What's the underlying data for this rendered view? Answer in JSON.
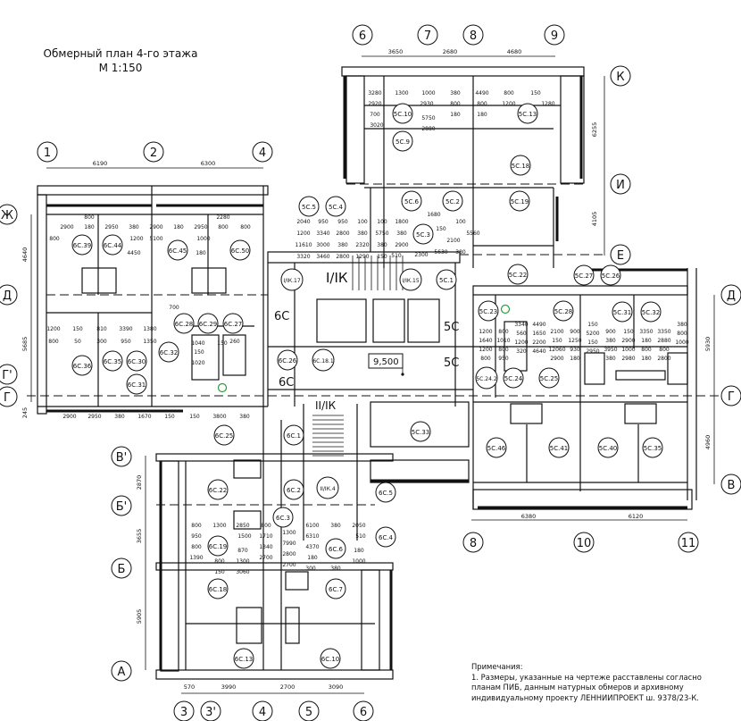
{
  "title": {
    "line1": "Обмерный план 4-го этажа",
    "line2": "М 1:150"
  },
  "axes": {
    "columns_top_left": [
      "1",
      "2",
      "4"
    ],
    "columns_top_right": [
      "6",
      "7",
      "8",
      "9"
    ],
    "columns_bottom_right": [
      "8",
      "10",
      "11"
    ],
    "columns_bottom_left": [
      "3",
      "3'",
      "4",
      "5",
      "6"
    ],
    "rows_left": [
      "Ж",
      "Д",
      "Г'",
      "Г",
      "В'",
      "Б'",
      "Б",
      "А"
    ],
    "rows_right": [
      "К",
      "И",
      "Е",
      "Д",
      "Г",
      "В"
    ]
  },
  "rooms": {
    "north_wing": [
      "5С.10",
      "5С.9",
      "5С.13",
      "5С.18",
      "5С.6",
      "5С.2",
      "5С.3",
      "5С.19"
    ],
    "core": [
      "5С.5",
      "5С.4",
      "I/IК.17",
      "I/IК.15",
      "5С.1",
      "5С.22",
      "5С.27",
      "5С.26",
      "6С.26",
      "6С.18.1",
      "6С.1",
      "5С.33",
      "II/IК.4"
    ],
    "west_wing": [
      "6С.39",
      "6С.44",
      "6С.45",
      "6С.50",
      "6С.28",
      "6С.29",
      "6С.27",
      "6С.32",
      "6С.36",
      "6С.35",
      "6С.30",
      "6С.31",
      "6С.25"
    ],
    "east_wing": [
      "5С.23",
      "5С.28",
      "5С.31",
      "5С.32",
      "5С.24.2",
      "5С.24",
      "5С.25",
      "5С.46",
      "5С.41",
      "5С.40",
      "5С.35"
    ],
    "south_wing": [
      "6С.22",
      "6С.2",
      "6С.5",
      "6С.3",
      "6С.4",
      "6С.6",
      "6С.19",
      "6С.18",
      "6С.7",
      "6С.13",
      "6С.10"
    ]
  },
  "zone_labels": {
    "stair1": "I/IК",
    "stair2": "II/IК",
    "zone_6c_a": "6С",
    "zone_6c_b": "6С",
    "zone_5c_a": "5С",
    "zone_5c_b": "5С"
  },
  "elevation_mark": "9,500",
  "dimensions": {
    "top_left_chain": [
      "6190",
      "6300"
    ],
    "top_right_chain": [
      "3650",
      "2680",
      "4680"
    ],
    "bottom_right_chain": [
      "6380",
      "6120"
    ],
    "bottom_left_chain": [
      "570",
      "3990",
      "2700",
      "3090"
    ],
    "right_vertical": [
      "6255",
      "4105",
      "5930",
      "4960"
    ],
    "left_vertical": [
      "4640",
      "5685",
      "245",
      "2870",
      "3655",
      "5905"
    ],
    "north_wing": [
      "3280",
      "1300",
      "1000",
      "380",
      "4490",
      "800",
      "150",
      "2920",
      "2930",
      "5750",
      "800",
      "800",
      "1200",
      "1280",
      "700",
      "3020",
      "2880",
      "180",
      "180"
    ],
    "west_wing_top": [
      "2900",
      "180",
      "2950",
      "380",
      "2900",
      "180",
      "2950",
      "800",
      "800",
      "800",
      "800",
      "1200",
      "4450",
      "5100",
      "1000",
      "180",
      "2280"
    ],
    "west_wing_mid": [
      "1200",
      "150",
      "810",
      "3390",
      "1380",
      "700",
      "1040",
      "150",
      "800",
      "50",
      "300",
      "950",
      "1350",
      "150",
      "1020",
      "260"
    ],
    "west_wing_bottom": [
      "2900",
      "2950",
      "380",
      "1670",
      "150",
      "150",
      "3800",
      "380"
    ],
    "core": [
      "2040",
      "950",
      "950",
      "100",
      "100",
      "1800",
      "1680",
      "150",
      "100",
      "1200",
      "3340",
      "2800",
      "380",
      "5750",
      "380",
      "2300",
      "2100",
      "5560",
      "11610",
      "3000",
      "380",
      "2320",
      "380",
      "2900",
      "510",
      "5630",
      "380",
      "3320",
      "3460",
      "2800",
      "1290",
      "150"
    ],
    "east_wing": [
      "1200",
      "800",
      "3340",
      "4490",
      "2100",
      "900",
      "150",
      "900",
      "150",
      "3350",
      "3350",
      "380",
      "1640",
      "1010",
      "560",
      "1650",
      "150",
      "1250",
      "5200",
      "380",
      "2900",
      "180",
      "2880",
      "800",
      "1200",
      "800",
      "1200",
      "2200",
      "12060",
      "930",
      "150",
      "3950",
      "1000",
      "800",
      "800",
      "1000",
      "800",
      "950",
      "320",
      "4640",
      "2900",
      "180",
      "2950",
      "380",
      "2980",
      "180",
      "2800"
    ],
    "south_wing": [
      "800",
      "1300",
      "2850",
      "800",
      "1300",
      "6100",
      "380",
      "2050",
      "950",
      "1500",
      "870",
      "1710",
      "7990",
      "6310",
      "510",
      "180",
      "800",
      "800",
      "1300",
      "1340",
      "2800",
      "4370",
      "380",
      "1000",
      "1390",
      "150",
      "3060",
      "2700",
      "2700",
      "180",
      "300"
    ]
  },
  "notes": {
    "heading": "Примечания:",
    "line1": "1. Размеры, указанные на чертеже расставлены согласно",
    "line2": "планам ПИБ, данным натурных обмеров и архивному",
    "line3": "индивидуальному проекту ЛЕННИИПРОЕКТ ш. 9378/23-К."
  },
  "colors": {
    "line": "#111111",
    "background": "#ffffff",
    "marker_green": "#2a9d3c"
  }
}
